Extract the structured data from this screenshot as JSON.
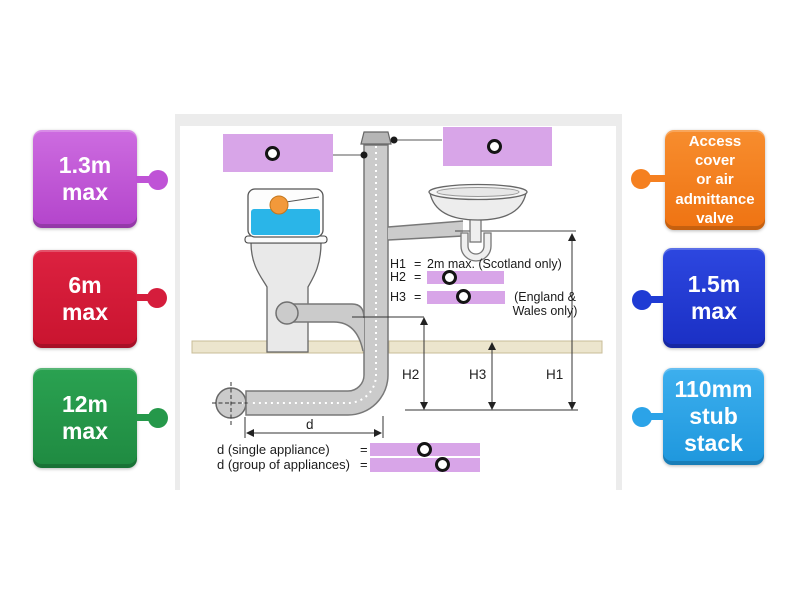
{
  "activity": {
    "labels": [
      {
        "id": "purple",
        "text": "1.3m\nmax",
        "color": "#be52d6"
      },
      {
        "id": "red",
        "text": "6m\nmax",
        "color": "#d51d3c"
      },
      {
        "id": "green",
        "text": "12m\nmax",
        "color": "#25984a"
      },
      {
        "id": "orange",
        "text": "Access\ncover\nor air\nadmittance\nvalve",
        "color": "#f58020"
      },
      {
        "id": "blue",
        "text": "1.5m\nmax",
        "color": "#1f3bd4"
      },
      {
        "id": "lightblue",
        "text": "110mm\nstub\nstack",
        "color": "#2ba3e8"
      }
    ],
    "diagram": {
      "rows": {
        "h1": {
          "label": "H1",
          "eq": "=",
          "value": "2m max. (Scotland only)"
        },
        "h2": {
          "label": "H2",
          "eq": "="
        },
        "h3": {
          "label": "H3",
          "eq": "=",
          "note": "(England &\nWales only)"
        }
      },
      "dims": {
        "h2": "H2",
        "h3": "H3",
        "h1": "H1",
        "d": "d"
      },
      "d_rows": {
        "single": {
          "label": "d (single appliance)",
          "eq": "="
        },
        "group": {
          "label": "d (group of appliances)",
          "eq": "="
        }
      }
    },
    "colors": {
      "slot": "#d8a5e8",
      "pipe": "#cbcbcb",
      "pipe_outline": "#787878",
      "floor": "#ece5cd",
      "water": "#2ab5e8",
      "float_ball": "#f2993a",
      "frame": "#ececec"
    }
  }
}
